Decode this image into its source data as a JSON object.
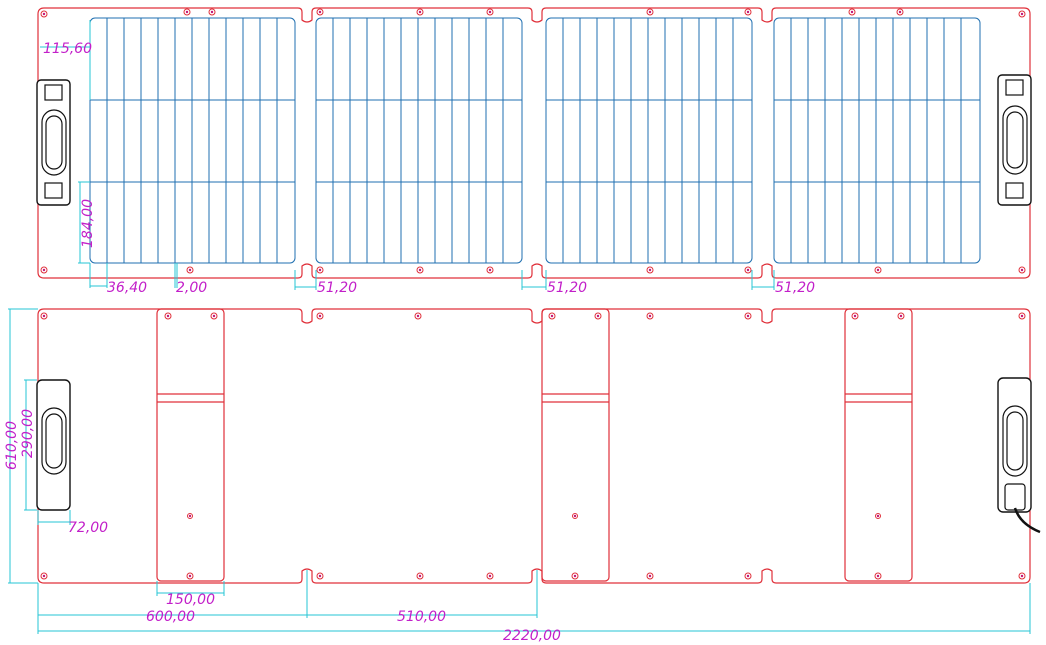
{
  "dimensions": {
    "cell_width": "115,60",
    "cell_height": "184,00",
    "cell_pitch": "36,40",
    "cell_gap": "2,00",
    "panel_gap_1": "51,20",
    "panel_gap_2": "51,20",
    "panel_gap_3": "51,20",
    "back_height": "610,00",
    "handle_height": "290,00",
    "handle_width": "72,00",
    "strap_width": "150,00",
    "panel_offset": "600,00",
    "panel_width": "510,00",
    "total_width": "2220,00"
  },
  "colors": {
    "outline": "#e0303a",
    "cells": "#1f6fb0",
    "dimension_lines": "#26c6d4",
    "dimension_text": "#c21fc9",
    "handle": "#111111"
  }
}
